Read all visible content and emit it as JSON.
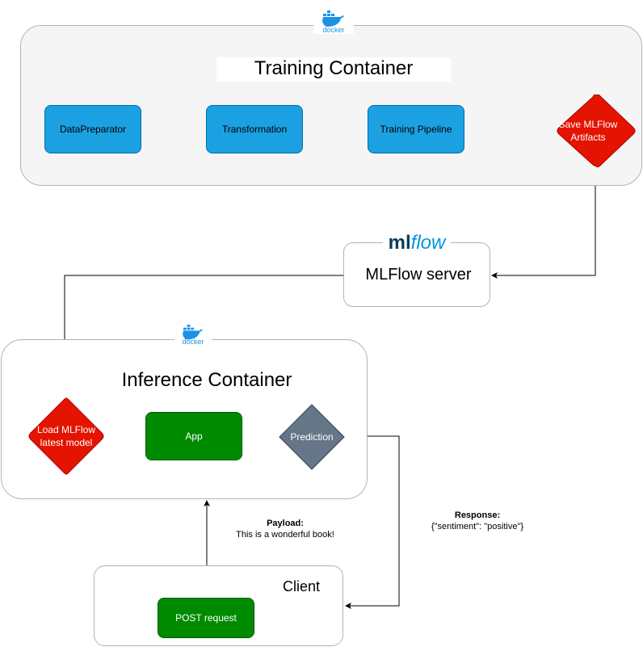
{
  "training": {
    "title": "Training Container",
    "docker_label": "docker",
    "steps": [
      "DataPreparator",
      "Transformation",
      "Training Pipeline"
    ],
    "save_node": {
      "line1": "Save MLFlow",
      "line2": "Artifacts"
    }
  },
  "mlflow": {
    "logo_ml": "ml",
    "logo_flow": "flow",
    "server_label": "MLFlow server"
  },
  "inference": {
    "title": "Inference Container",
    "docker_label": "docker",
    "load_node": {
      "line1": "Load MLFlow",
      "line2": "latest model"
    },
    "app_label": "App",
    "prediction_label": "Prediction"
  },
  "client": {
    "title": "Client",
    "request_label": "POST request"
  },
  "payload": {
    "heading": "Payload:",
    "text": "This is a wonderful book!"
  },
  "response": {
    "heading": "Response:",
    "text": "{\"sentiment\": \"positive\"}"
  },
  "colors": {
    "step_blue": "#1ba1e2",
    "save_red": "#e51400",
    "app_green": "#008a00",
    "prediction_slate": "#647687",
    "docker_blue": "#1d91e6",
    "mlflow_blue": "#0194e2"
  }
}
